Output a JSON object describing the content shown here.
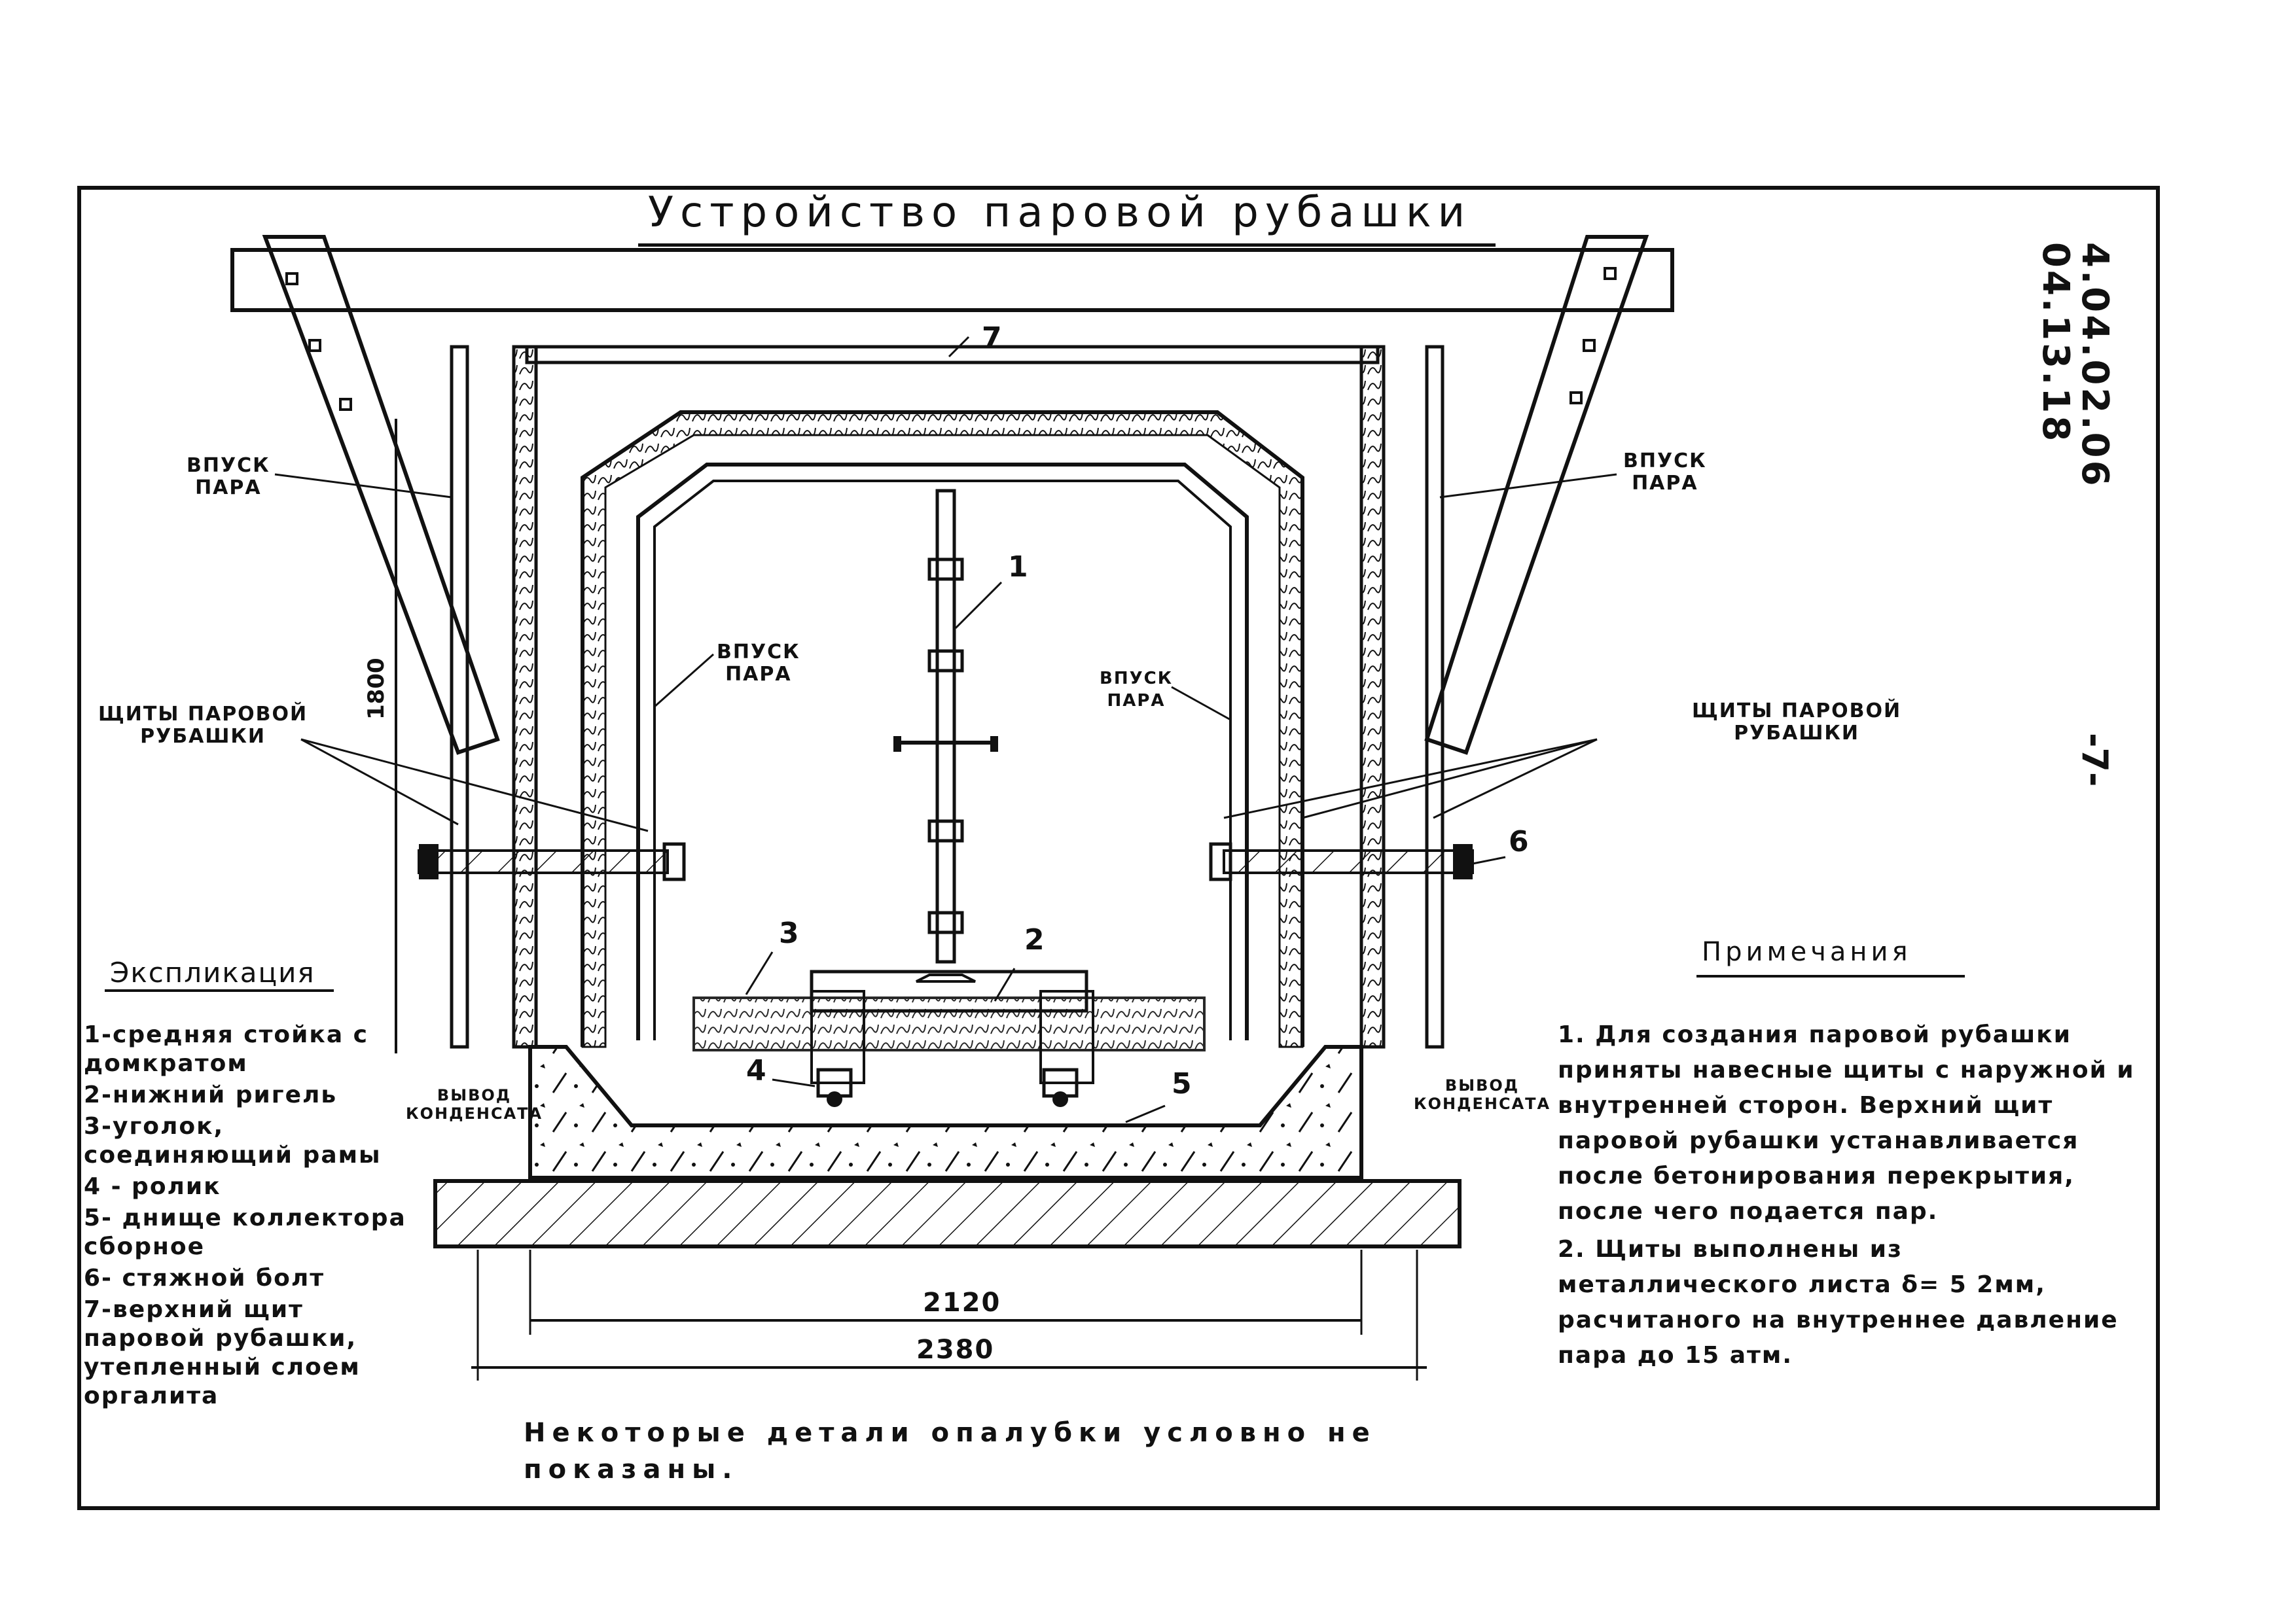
{
  "title": "Устройство паровой рубашки",
  "sheet_code": [
    "4.04.02.06",
    "04.13.18"
  ],
  "page_number": "-7-",
  "labels": {
    "steam_inlet_left_top": [
      "ВПУСК",
      "ПАРА"
    ],
    "steam_inlet_right_top": [
      "ВПУСК",
      "ПАРА"
    ],
    "steam_inlet_left_inner": [
      "ВПУСК",
      "ПАРА"
    ],
    "steam_inlet_right_inner": [
      "ВПУСК",
      "ПАРА"
    ],
    "shields_left": [
      "ЩИТЫ ПАРОВОЙ",
      "РУБАШКИ"
    ],
    "shields_right": [
      "ЩИТЫ ПАРОВОЙ",
      "РУБАШКИ"
    ],
    "condensate_left": [
      "ВЫВОД",
      "КОНДЕНСАТА"
    ],
    "condensate_right": [
      "ВЫВОД",
      "КОНДЕНСАТА"
    ]
  },
  "dimensions": {
    "height": "1800",
    "inner_width": "2120",
    "outer_width": "2380"
  },
  "callouts": [
    "1",
    "2",
    "3",
    "4",
    "5",
    "6",
    "7"
  ],
  "legend": {
    "heading": "Экспликация",
    "items": [
      "1-средняя стойка с домкратом",
      "2-нижний ригель",
      "3-уголок, соединяющий рамы",
      "4 - ролик",
      "5- днище коллектора сборное",
      "6- стяжной болт",
      "7-верхний щит паровой рубашки, утепленный слоем оргалита"
    ]
  },
  "notes": {
    "heading": "Примечания",
    "items": [
      "1. Для создания паровой рубашки приняты навесные щиты с наружной и внутренней сторон. Верхний щит паровой рубашки устанавливается после бетонирования перекрытия, после чего подается пар.",
      "2. Щиты выполнены из металлического листа δ= 5 2мм, расчитаного на внутреннее давление пара до 15 атм."
    ]
  },
  "bottom_note": "Некоторые детали опалубки условно не показаны."
}
